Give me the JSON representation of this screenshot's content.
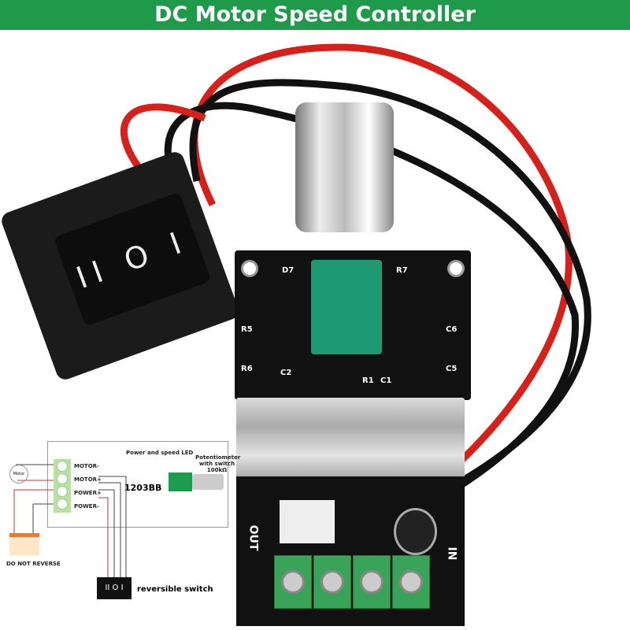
{
  "title": "DC Motor Speed Controller",
  "board": {
    "labels": [
      "D7",
      "R7",
      "R5",
      "C6",
      "R6",
      "C2",
      "R1",
      "C1",
      "C5",
      "OUT",
      "IN"
    ]
  },
  "switch": {
    "symbols": "II O I"
  },
  "diagram": {
    "led_label": "Power and speed LED",
    "pot_label": "Potentiometer with switch 100kΩ",
    "model": "1203BB",
    "terminals": [
      "MOTOR-",
      "MOTOR+",
      "POWER+",
      "POWER-"
    ],
    "motor_label": "Motor",
    "warning": "DO NOT REVERSE",
    "switch_label": "reversible switch",
    "switch_symbols": "II O I"
  },
  "colors": {
    "banner": "#1f9a4b",
    "wire_red": "#d8201a",
    "wire_black": "#111111",
    "pcb": "#111111",
    "terminal": "#3aa35a"
  }
}
